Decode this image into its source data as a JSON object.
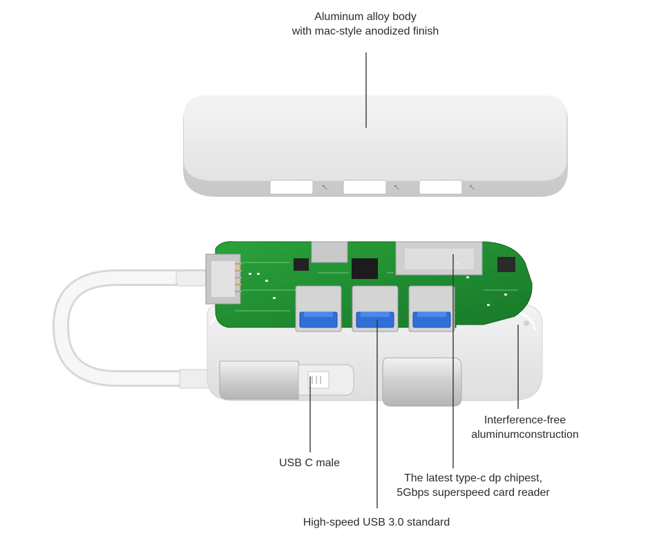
{
  "labels": {
    "body": {
      "line1": "Aluminum alloy body",
      "line2": "with mac-style anodized finish"
    },
    "interference": {
      "line1": "Interference-free",
      "line2": "aluminumconstruction"
    },
    "usbc": "USB C male",
    "chipset": {
      "line1": "The latest type-c dp chipest,",
      "line2": "5Gbps superspeed card reader"
    },
    "usb3": "High-speed USB 3.0 standard"
  },
  "icons": {
    "usb_symbol": "⭦"
  },
  "colors": {
    "aluminum": "#e6e6e6",
    "pcb": "#1f8f2e",
    "usb_port_blue": "#2f6fd8",
    "leader_line": "#333333"
  }
}
